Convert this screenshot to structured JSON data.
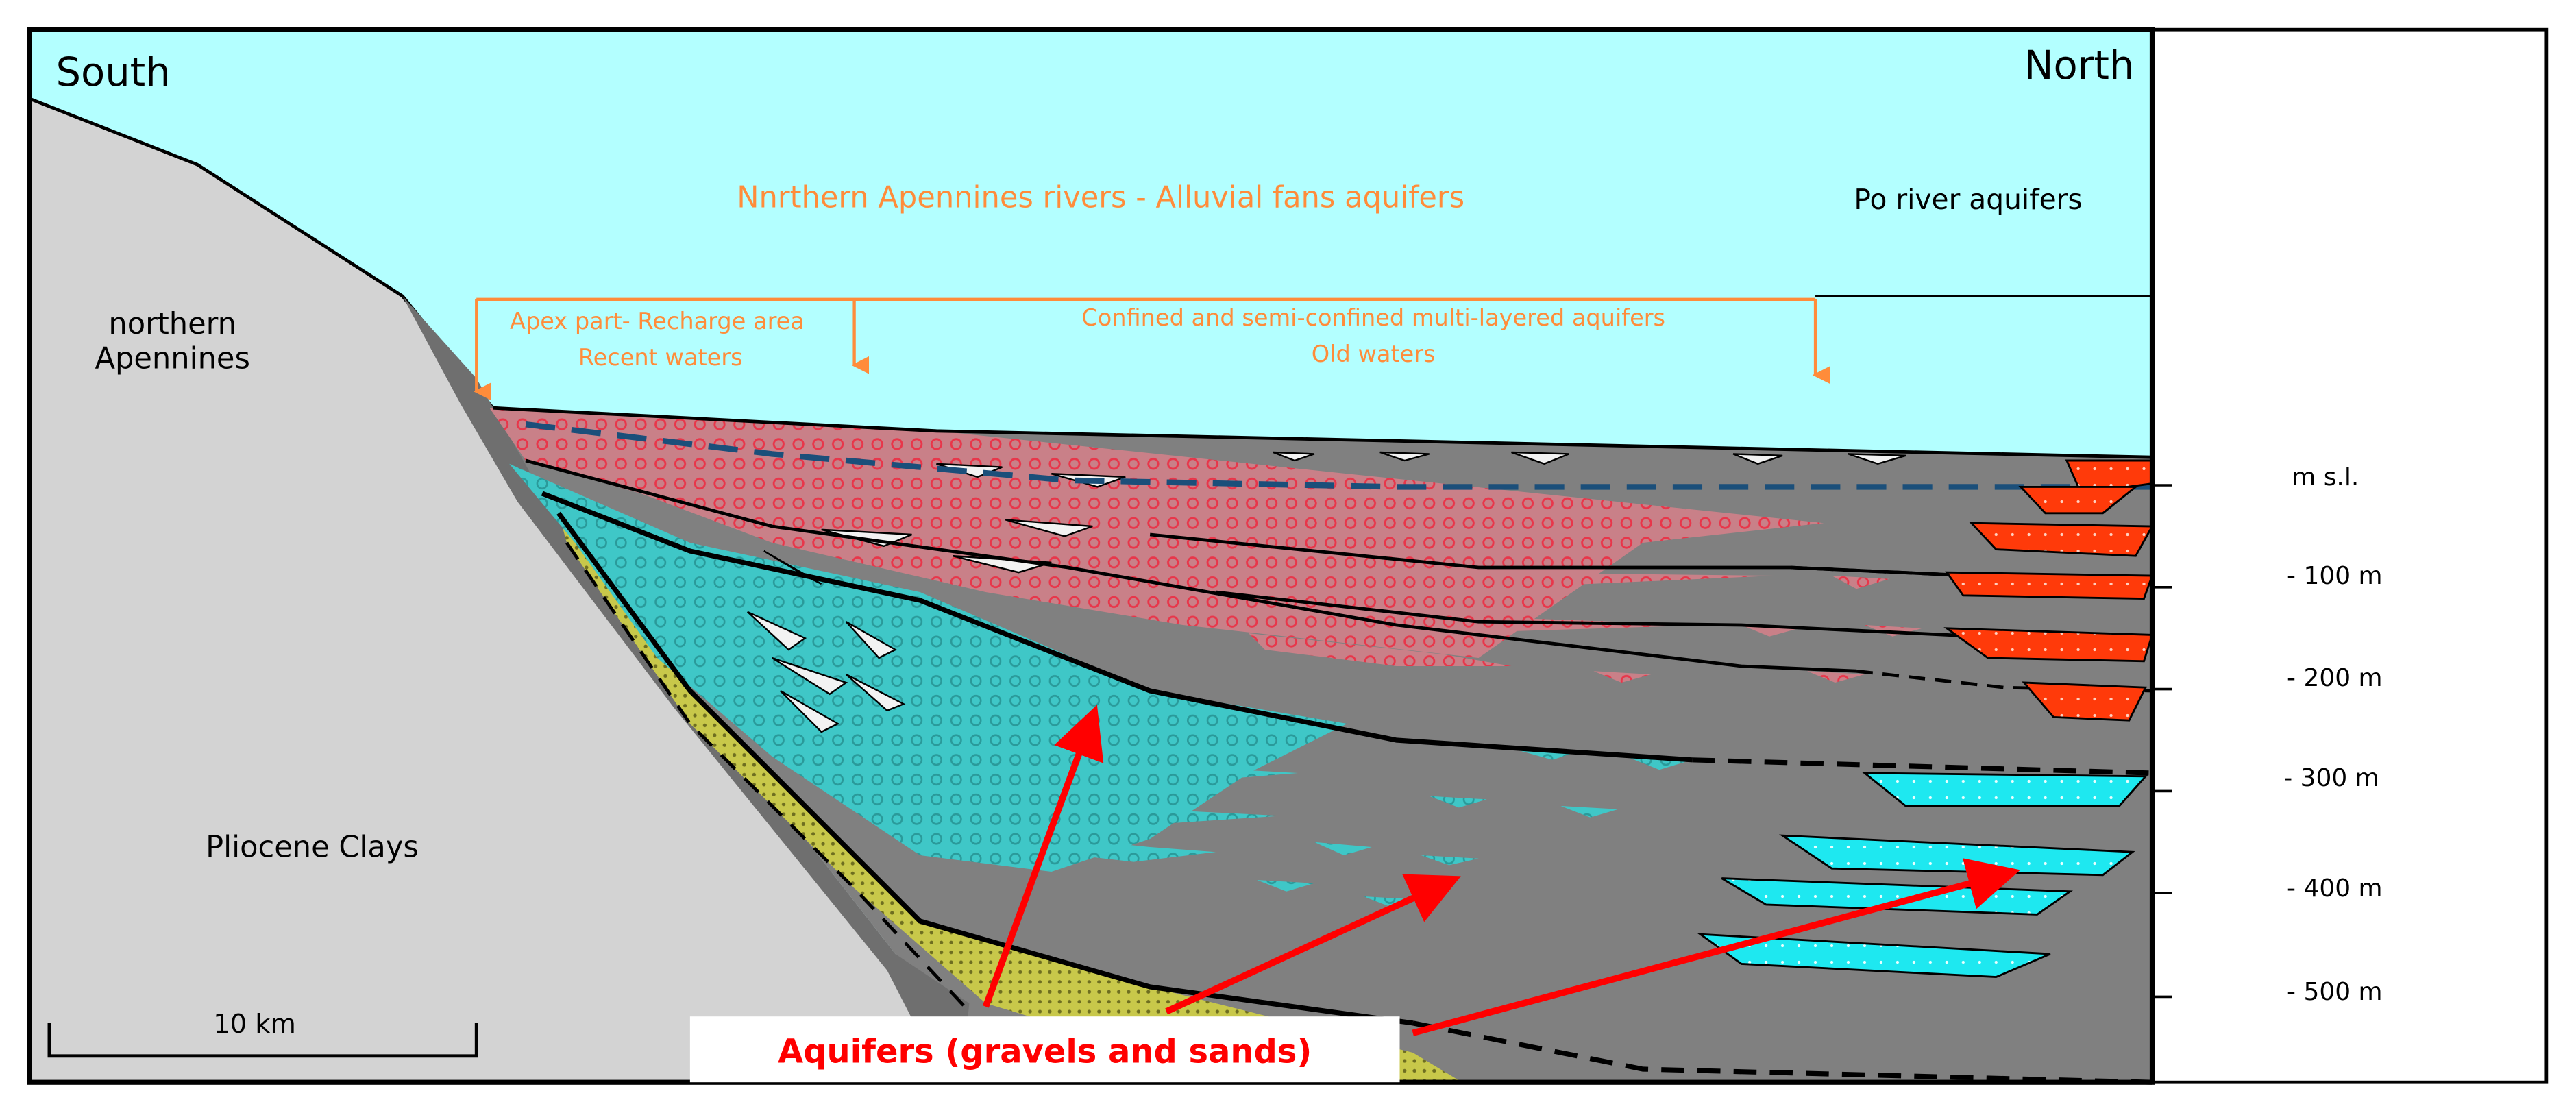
{
  "labels": {
    "south": "South",
    "north": "North",
    "northern_apennines_1": "northern",
    "northern_apennines_2": "Apennines",
    "alluvial_fans": "Nnrthern Apennines rivers - Alluvial fans aquifers",
    "po_river": "Po river aquifers",
    "apex_1": "Apex part- Recharge area",
    "apex_2": "Recent waters",
    "confined_1": "Confined and semi-confined multi-layered  aquifers",
    "confined_2": "Old waters",
    "pliocene": "Pliocene Clays",
    "scale": "10 km",
    "aquifers": "Aquifers (gravels and sands)"
  },
  "depth_scale": [
    "m s.l.",
    "- 100 m",
    "- 200 m",
    "- 300 m",
    "- 400 m",
    "- 500 m"
  ],
  "colors": {
    "sky": "#B3FFFF",
    "clay_light": "#D3D3D3",
    "clay_dark": "#808080",
    "gravel_red": "#C98088",
    "gravel_teal": "#3FC7C7",
    "sand_yellow": "#C8C84A",
    "po_red": "#FF3A0A",
    "po_cyan": "#1EE8F0",
    "annotation_orange": "#FF8C3A",
    "arrow_red": "#FF0000",
    "water_table": "#1B4F7A"
  }
}
